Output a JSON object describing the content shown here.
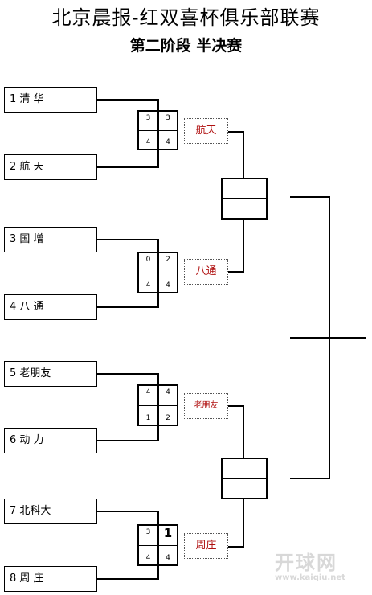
{
  "title": "北京晨报-红双喜杯俱乐部联赛",
  "subtitle": "第二阶段 半决赛",
  "teams": [
    {
      "label": "1 清 华"
    },
    {
      "label": "2 航 天"
    },
    {
      "label": "3 国 增"
    },
    {
      "label": "4 八 通"
    },
    {
      "label": "5 老朋友"
    },
    {
      "label": "6 动 力"
    },
    {
      "label": "7 北科大"
    },
    {
      "label": "8 周 庄"
    }
  ],
  "matches": [
    {
      "left_top": "3",
      "left_bottom": "4",
      "right_top": "3",
      "right_bottom": "4",
      "winner": "航天"
    },
    {
      "left_top": "0",
      "left_bottom": "4",
      "right_top": "2",
      "right_bottom": "4",
      "winner": "八通"
    },
    {
      "left_top": "4",
      "left_bottom": "1",
      "right_top": "4",
      "right_bottom": "2",
      "winner": "老朋友"
    },
    {
      "left_top": "3",
      "left_bottom": "4",
      "right_top": "1",
      "right_bottom": "4",
      "winner": "周庄"
    }
  ],
  "watermark": {
    "name": "开球网",
    "url": "www.kaiqiu.net"
  }
}
